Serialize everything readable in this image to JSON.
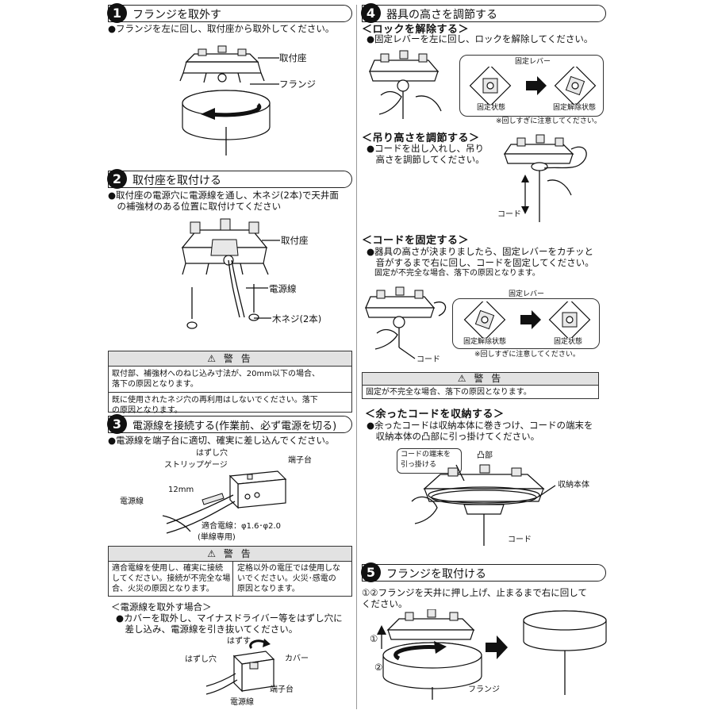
{
  "s1": {
    "num": "1",
    "title": "フランジを取外す",
    "bullet": "●フランジを左に回し、取付座から取外してください。",
    "label_mount": "取付座",
    "label_flange": "フランジ"
  },
  "s2": {
    "num": "2",
    "title": "取付座を取付ける",
    "bullet_1": "●取付座の電源穴に電源線を通し、木ネジ(2本)で天井面",
    "bullet_2": "　の補強材のある位置に取付けてください",
    "label_mount": "取付座",
    "label_wire": "電源線",
    "label_screw": "木ネジ(2本)",
    "warn_title": "警 告",
    "warn_1a": "取付部、補強材へのねじ込み寸法が、20mm以下の場合、",
    "warn_1b": "落下の原因となります。",
    "warn_2a": "既に使用されたネジ穴の再利用はしないでください。落下",
    "warn_2b": "の原因となります。"
  },
  "s3": {
    "num": "3",
    "title": "電源線を接続する(作業前、必ず電源を切る)",
    "bullet": "●電源線を端子台に適切、確実に差し込んでください。",
    "label_hole": "はずし穴",
    "label_strip": "ストリップゲージ",
    "label_terminal": "端子台",
    "label_12mm": "12mm",
    "label_wire": "電源線",
    "label_suit_1": "適合電線：φ1.6･φ2.0",
    "label_suit_2": "(単線専用)",
    "warn_title": "警 告",
    "warn_l1": "適合電線を使用し、確実に接続",
    "warn_l2": "してください。接続が不完全な場",
    "warn_l3": "合、火災の原因となります。",
    "warn_r1": "定格以外の電圧では使用しな",
    "warn_r2": "いでください。火災･感電の",
    "warn_r3": "原因となります。",
    "remove_title": "＜電源線を取外す場合＞",
    "remove_1": "●カバーを取外し、マイナスドライバー等をはずし穴に",
    "remove_2": "　差し込み、電源線を引き抜いてください。",
    "r_label_remove": "はずす",
    "r_label_hole": "はずし穴",
    "r_label_cover": "カバー",
    "r_label_terminal": "端子台",
    "r_label_wire": "電源線"
  },
  "s4": {
    "num": "4",
    "title": "器具の高さを調節する",
    "unlock_title": "＜ロックを解除する＞",
    "unlock_text": "●固定レバーを左に回し、ロックを解除してください。",
    "lever": "固定レバー",
    "fixed": "固定状態",
    "released": "固定解除状態",
    "caution": "※回しすぎに注意してください。",
    "height_title": "＜吊り高さを調節する＞",
    "height_1": "●コードを出し入れし、吊り",
    "height_2": "　高さを調節してください。",
    "cord": "コード",
    "fix_title": "＜コードを固定する＞",
    "fix_1": "●器具の高さが決まりましたら、固定レバーをカチッと",
    "fix_2": "　音がするまで右に回し、コードを固定してください。",
    "fix_3": "　固定が不完全な場合、落下の原因となります。",
    "lever2": "固定レバー",
    "released2": "固定解除状態",
    "fixed2": "固定状態",
    "caution2": "※回しすぎに注意してください。",
    "cord2": "コード",
    "warn_title": "警 告",
    "warn_1": "固定が不完全な場合、落下の原因となります。",
    "store_title": "＜余ったコードを収納する＞",
    "store_1": "●余ったコードは収納本体に巻きつけ、コードの端末を",
    "store_2": "　収納本体の凸部に引っ掛けてください。",
    "callout_1": "コードの端末を",
    "callout_2": "引っ掛ける",
    "bump": "凸部",
    "store_body": "収納本体",
    "cord3": "コード"
  },
  "s5": {
    "num": "5",
    "title": "フランジを取付ける",
    "text_1": "①②フランジを天井に押し上げ、止まるまで右に回して",
    "text_2": "ください。",
    "mark_1": "①",
    "mark_2": "②",
    "flange": "フランジ"
  }
}
